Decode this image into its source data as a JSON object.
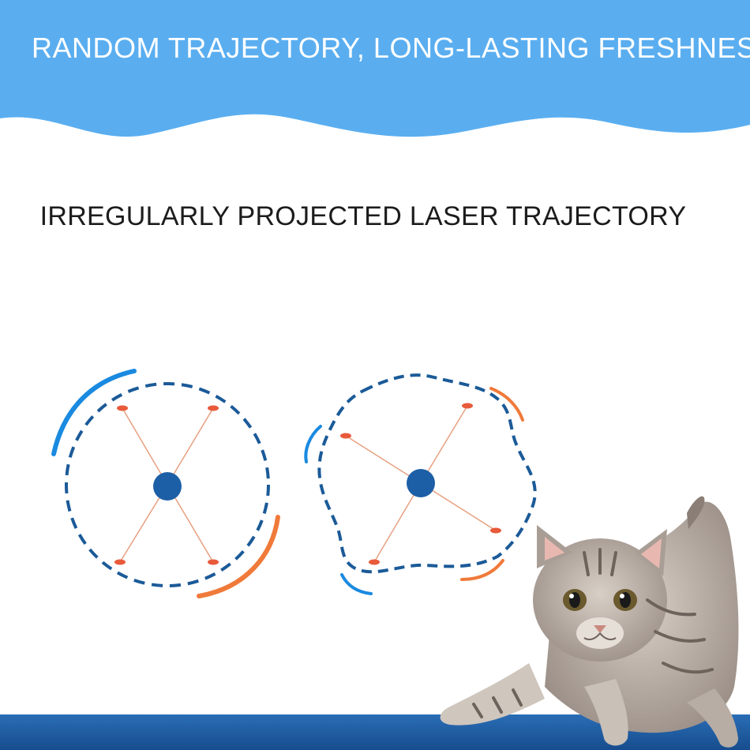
{
  "header": {
    "headline": "RANDOM TRAJECTORY, LONG-LASTING FRESHNESS",
    "background_color": "#5aaef0",
    "wave_color": "#ffffff"
  },
  "main": {
    "subheadline": "IRREGULARLY PROJECTED LASER TRAJECTORY"
  },
  "diagrams": {
    "regular_pattern": {
      "shape": "circle",
      "path_color": "#1b5a98",
      "hub_color": "#1d5fa6",
      "beam_color": "#e8a080",
      "dot_color": "#e85a3a",
      "accent_colors": [
        "#1a8ae0",
        "#f07a3a"
      ]
    },
    "irregular_pattern": {
      "shape": "wobbly-loop",
      "path_color": "#1b5a98",
      "hub_color": "#1d5fa6",
      "beam_color": "#e8a080",
      "dot_color": "#e85a3a",
      "accent_colors": [
        "#1a8ae0",
        "#f07a3a"
      ]
    }
  },
  "illustration": {
    "subject": "tabby-kitten",
    "floor_color": "#1f5ea6"
  }
}
